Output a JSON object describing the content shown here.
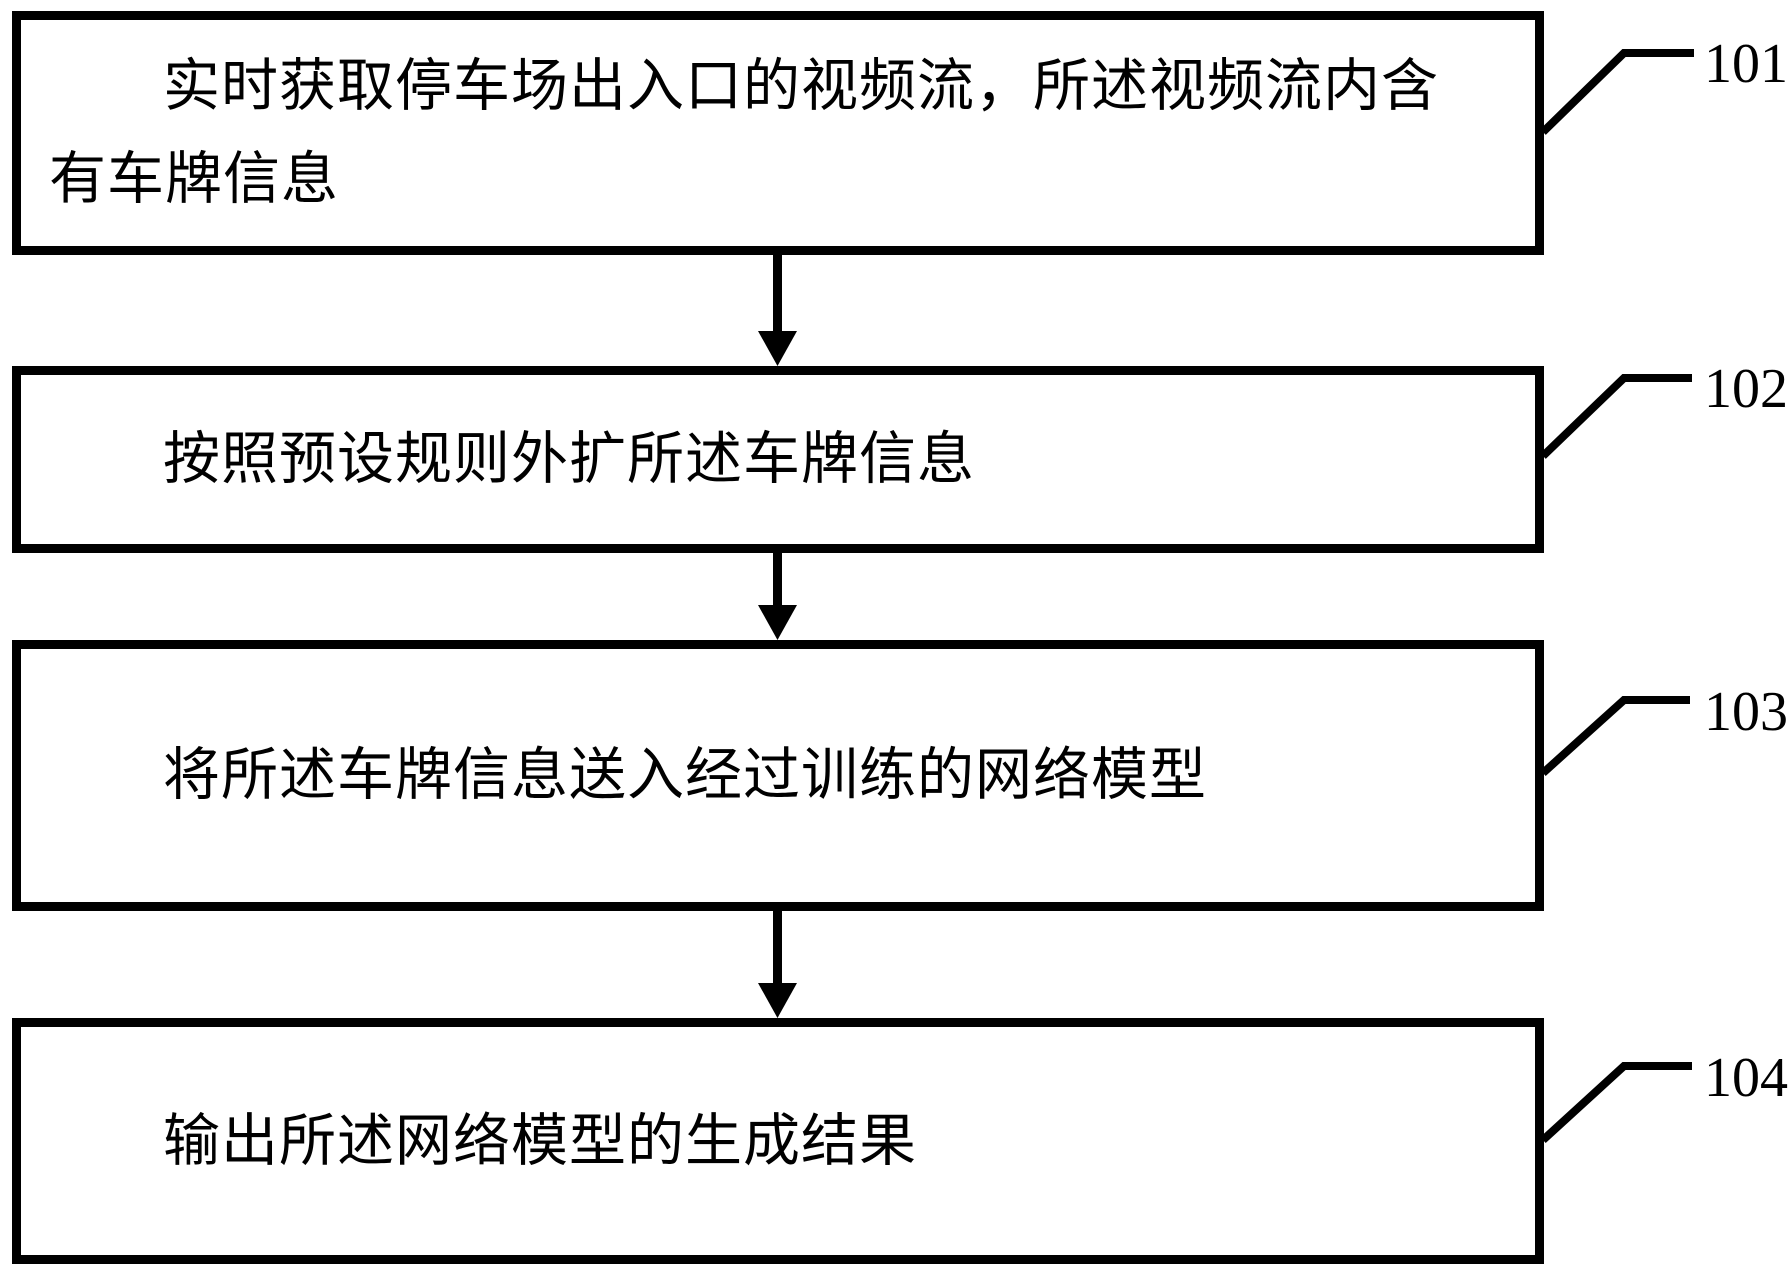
{
  "figure": {
    "type": "flowchart",
    "background_color": "#ffffff",
    "line_color": "#000000",
    "steps": [
      {
        "ref": "101",
        "text": "实时获取停车场出入口的视频流，所述视频流内含有车牌信息"
      },
      {
        "ref": "102",
        "text": "按照预设规则外扩所述车牌信息"
      },
      {
        "ref": "103",
        "text": "将所述车牌信息送入经过训练的网络模型"
      },
      {
        "ref": "104",
        "text": "输出所述网络模型的生成结果"
      }
    ]
  }
}
